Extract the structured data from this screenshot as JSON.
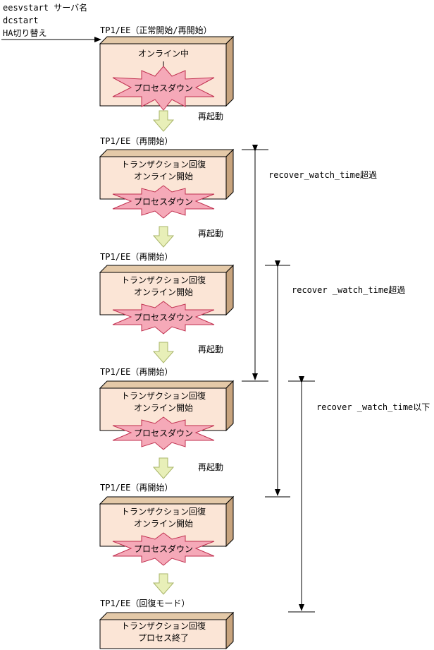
{
  "commands": [
    "eesvstart  サーバ名",
    "dcstart",
    "HA切り替え"
  ],
  "first_state": "TP1/EE（正常開始/再開始）",
  "online_label": "オンライン中",
  "down_label": "プロセスダウン",
  "restart_label": "再起動",
  "restart_state": "TP1/EE（再開始）",
  "recovery_line1": "トランザクション回復",
  "recovery_line2": "オンライン開始",
  "recover_mode_state": "TP1/EE（回復モード）",
  "final_line1": "トランザクション回復",
  "final_line2": "プロセス終了",
  "interval_labels": [
    "recover_watch_time超過",
    "recover _watch_time超過",
    "recover _watch_time以下"
  ],
  "colors": {
    "box_face": "#fbe5d6",
    "box_side": "#c8a47e",
    "burst_fill": "#f5a9b8",
    "burst_stroke": "#c0304f",
    "arrow_fill": "#e8efb8",
    "arrow_stroke": "#a9b56a"
  }
}
